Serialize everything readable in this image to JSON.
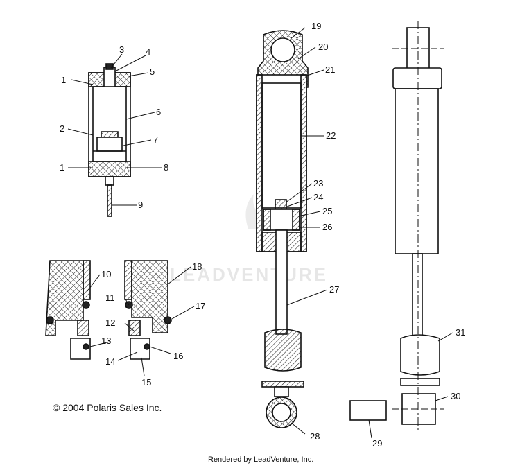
{
  "diagram": {
    "part_numbers": [
      "1",
      "2",
      "3",
      "4",
      "5",
      "6",
      "7",
      "8",
      "9",
      "10",
      "11",
      "12",
      "13",
      "14",
      "15",
      "16",
      "17",
      "18",
      "19",
      "20",
      "21",
      "22",
      "23",
      "24",
      "25",
      "26",
      "27",
      "28",
      "29",
      "30",
      "31"
    ],
    "part_number_second_1": "1",
    "copyright": "© 2004 Polaris Sales Inc.",
    "watermark": "LEADVENTURE",
    "footer": "Rendered by LeadVenture, Inc."
  }
}
